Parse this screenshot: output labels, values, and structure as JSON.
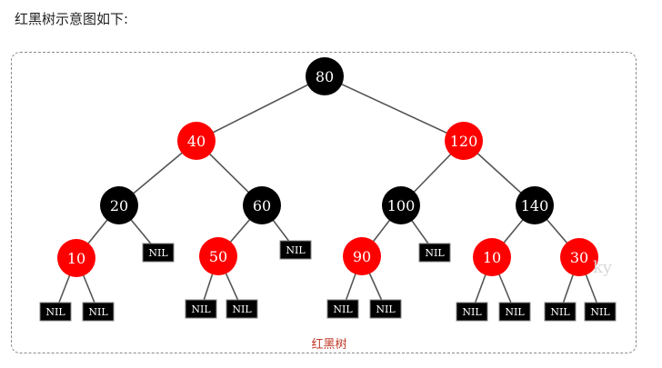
{
  "heading": "红黑树示意图如下:",
  "caption": "红黑树",
  "watermark": "ky",
  "colors": {
    "red": "#ff0000",
    "black": "#000000",
    "nil_bg": "#000000",
    "edge": "#555555",
    "caption": "#c0392b"
  },
  "nil_label": "NIL",
  "nodes": [
    {
      "id": "n80",
      "label": "80",
      "color": "black"
    },
    {
      "id": "n40",
      "label": "40",
      "color": "red"
    },
    {
      "id": "n120",
      "label": "120",
      "color": "red"
    },
    {
      "id": "n20",
      "label": "20",
      "color": "black"
    },
    {
      "id": "n60",
      "label": "60",
      "color": "black"
    },
    {
      "id": "n100",
      "label": "100",
      "color": "black"
    },
    {
      "id": "n140",
      "label": "140",
      "color": "black"
    },
    {
      "id": "n10a",
      "label": "10",
      "color": "red"
    },
    {
      "id": "n50",
      "label": "50",
      "color": "red"
    },
    {
      "id": "n90",
      "label": "90",
      "color": "red"
    },
    {
      "id": "n10b",
      "label": "10",
      "color": "red"
    },
    {
      "id": "n30",
      "label": "30",
      "color": "red"
    }
  ],
  "edges": [
    [
      "n80",
      "n40"
    ],
    [
      "n80",
      "n120"
    ],
    [
      "n40",
      "n20"
    ],
    [
      "n40",
      "n60"
    ],
    [
      "n120",
      "n100"
    ],
    [
      "n120",
      "n140"
    ],
    [
      "n20",
      "n10a"
    ],
    [
      "n20",
      "nil_20r"
    ],
    [
      "n60",
      "n50"
    ],
    [
      "n60",
      "nil_60r"
    ],
    [
      "n100",
      "n90"
    ],
    [
      "n100",
      "nil_100r"
    ],
    [
      "n140",
      "n10b"
    ],
    [
      "n140",
      "n30"
    ],
    [
      "n10a",
      "nil_10al"
    ],
    [
      "n10a",
      "nil_10ar"
    ],
    [
      "n50",
      "nil_50l"
    ],
    [
      "n50",
      "nil_50r"
    ],
    [
      "n90",
      "nil_90l"
    ],
    [
      "n90",
      "nil_90r"
    ],
    [
      "n10b",
      "nil_10bl"
    ],
    [
      "n10b",
      "nil_10br"
    ],
    [
      "n30",
      "nil_30l"
    ],
    [
      "n30",
      "nil_30r"
    ]
  ],
  "nils": [
    "nil_20r",
    "nil_60r",
    "nil_100r",
    "nil_10al",
    "nil_10ar",
    "nil_50l",
    "nil_50r",
    "nil_90l",
    "nil_90r",
    "nil_10bl",
    "nil_10br",
    "nil_30l",
    "nil_30r"
  ]
}
